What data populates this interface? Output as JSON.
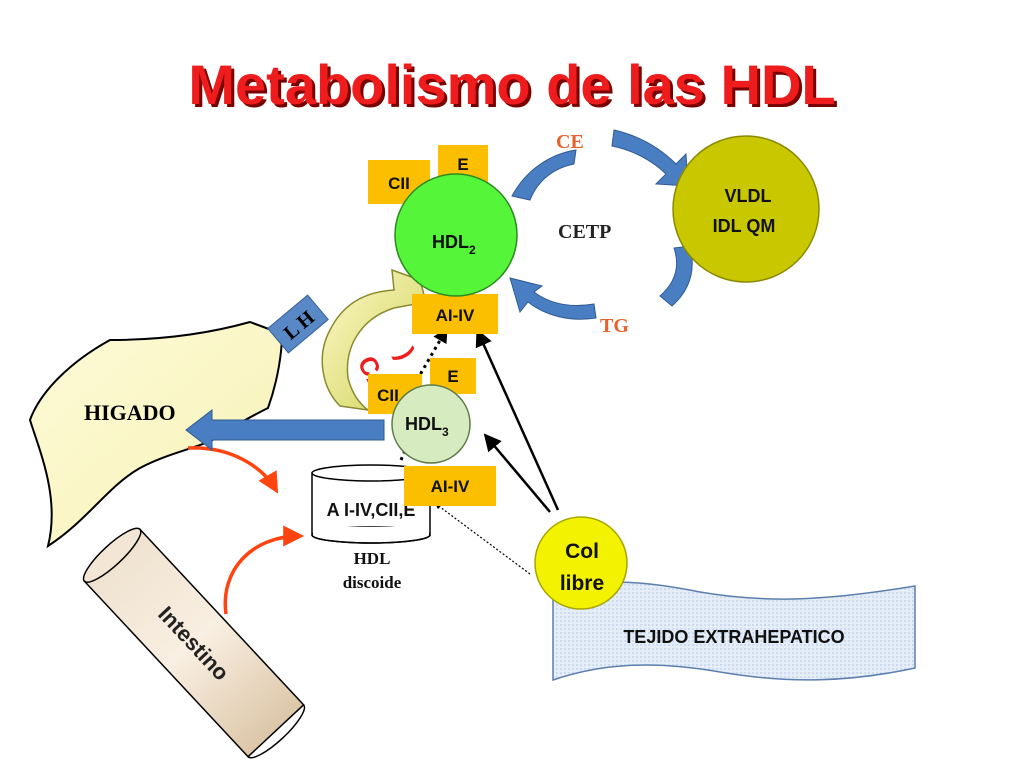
{
  "title": "Metabolismo de las HDL",
  "colors": {
    "title": "#ee1c1c",
    "hdl2_fill": "#55f53a",
    "hdl3_fill": "#d7ebc1",
    "vldl_fill": "#c9c800",
    "col_libre_fill": "#f3f200",
    "apo_box_fill": "#fbbf00",
    "liver_fill": "#fdfbd1",
    "arrow_blue": "#4a7ec2",
    "arrow_red": "#ff4410",
    "lh_box": "#5889c6",
    "lcat_text": "#ee1c1c"
  },
  "nodes": {
    "hdl2": {
      "label": "HDL",
      "sub": "2"
    },
    "hdl3": {
      "label": "HDL",
      "sub": "3"
    },
    "vldl": {
      "line1": "VLDL",
      "line2": "IDL QM"
    },
    "col_libre": {
      "line1": "Col",
      "line2": "libre"
    },
    "higado": "HIGADO",
    "intestino": "Intestino",
    "tejido": "TEJIDO EXTRAHEPATICO",
    "hdl_discoide": {
      "line1": "HDL",
      "line2": "discoide"
    },
    "discoide_apo": "A I-IV,CII,E"
  },
  "apo_boxes": {
    "e_top": "E",
    "cii_top": "CII",
    "aiv_top": "AI-IV",
    "e_mid": "E",
    "cii_mid": "CII",
    "aiv_bottom": "AI-IV"
  },
  "labels": {
    "ce": "CE",
    "cetp": "CETP",
    "tg": "TG",
    "lh": "L H",
    "lcat_1": "CAT",
    "lcat_2": ")"
  }
}
